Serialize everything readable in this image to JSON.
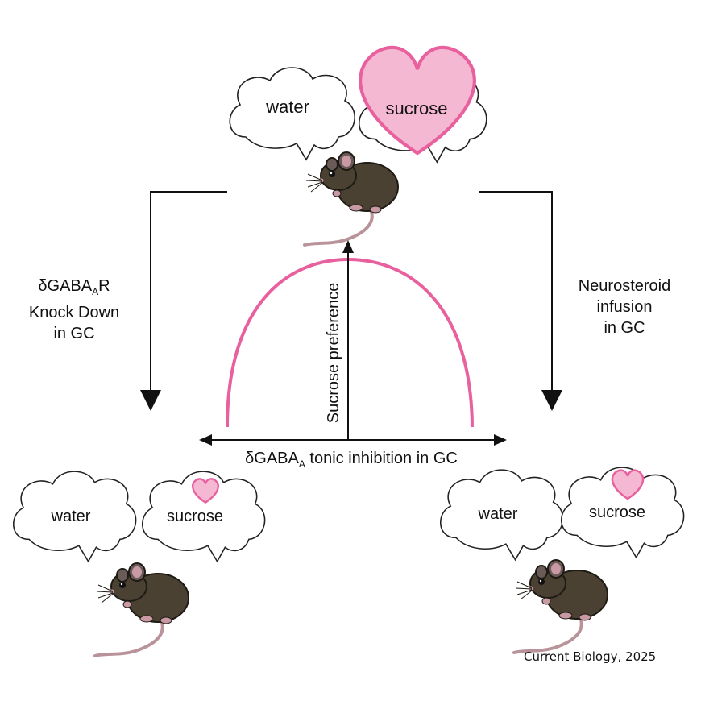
{
  "top": {
    "bubble_left": "water",
    "bubble_right": "sucrose"
  },
  "left": {
    "label_line1_prefix": "δGABA",
    "label_line1_sub": "A",
    "label_line1_suffix": "R",
    "label_line2": "Knock Down",
    "label_line3": "in GC",
    "bubble_left": "water",
    "bubble_right": "sucrose"
  },
  "right": {
    "label_line1": "Neurosteroid",
    "label_line2": "infusion",
    "label_line3": "in GC",
    "bubble_left": "water",
    "bubble_right": "sucrose"
  },
  "plot": {
    "y_label": "Sucrose preference",
    "x_label_prefix": "δGABA",
    "x_label_sub": "A",
    "x_label_suffix": " tonic inhibition in GC",
    "curve_color": "#e8609e"
  },
  "colors": {
    "heart_fill": "#f4b8d2",
    "heart_stroke": "#e8609e",
    "mouse": "#4a4133"
  },
  "credit": "Current Biology, 2025"
}
